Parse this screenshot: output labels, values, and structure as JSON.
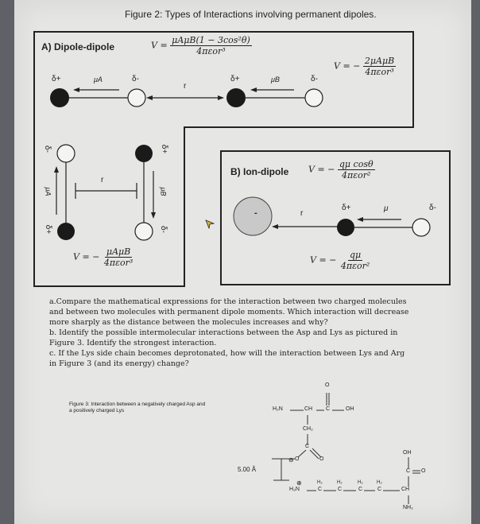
{
  "figure": {
    "title": "Figure 2: Types of Interactions involving permanent dipoles.",
    "dipole_dipole": {
      "label": "A) Dipole-dipole",
      "eq_general": {
        "lhs": "V =",
        "num": "μAμB(1 − 3cos²θ)",
        "den": "4πεor³"
      },
      "eq_aligned": {
        "lhs": "V = −",
        "num": "2μAμB",
        "den": "4πεor³"
      },
      "eq_antiparallel": {
        "lhs": "V = −",
        "num": "μAμB",
        "den": "4πεor³"
      },
      "delta_plus": "δ+",
      "delta_minus": "δ-",
      "mu_a": "μA",
      "mu_b": "μB",
      "r": "r"
    },
    "ion_dipole": {
      "label": "B) Ion-dipole",
      "eq_general": {
        "lhs": "V = −",
        "num": "qμ cosθ",
        "den": "4πεor²"
      },
      "eq_aligned": {
        "lhs": "V = −",
        "num": "qμ",
        "den": "4πεor²"
      },
      "ion_charge": "-",
      "delta_plus": "δ+",
      "delta_minus": "δ-",
      "mu": "μ",
      "r": "r"
    }
  },
  "questions": [
    "a.Compare the mathematical expressions for the interaction between two charged molecules and between two molecules with permanent dipole moments. Which interaction will decrease more sharply as the distance between the molecules increases and why?",
    "b. Identify the possible intermolecular interactions between the Asp and Lys as pictured in Figure 3. Identify the strongest interaction.",
    "c. If the Lys side chain becomes deprotonated, how will the interaction between Lys and Arg in Figure 3 (and its energy) change?"
  ],
  "figure3": {
    "caption": "Figure 3: Interaction between a negatively charged Asp and a positively charged Lys",
    "distance": "5.00 Å",
    "asp": {
      "o_top": "O",
      "h2n": "H₂N",
      "ch": "CH",
      "c": "C",
      "oh": "OH",
      "ch2": "CH₂",
      "c_side": "C",
      "o_minus": "O",
      "o_double": "O",
      "minus_sign": "⊖"
    },
    "lys": {
      "oh": "OH",
      "c_carboxyl": "C",
      "o_double": "O",
      "h2": "H₂",
      "c": "C",
      "h3n": "H₃N",
      "plus_sign": "⊕",
      "ch": "CH",
      "nh2": "NH₂"
    }
  },
  "colors": {
    "paper": "#e6e6e4",
    "background": "#5f6166",
    "ink": "#222222"
  }
}
